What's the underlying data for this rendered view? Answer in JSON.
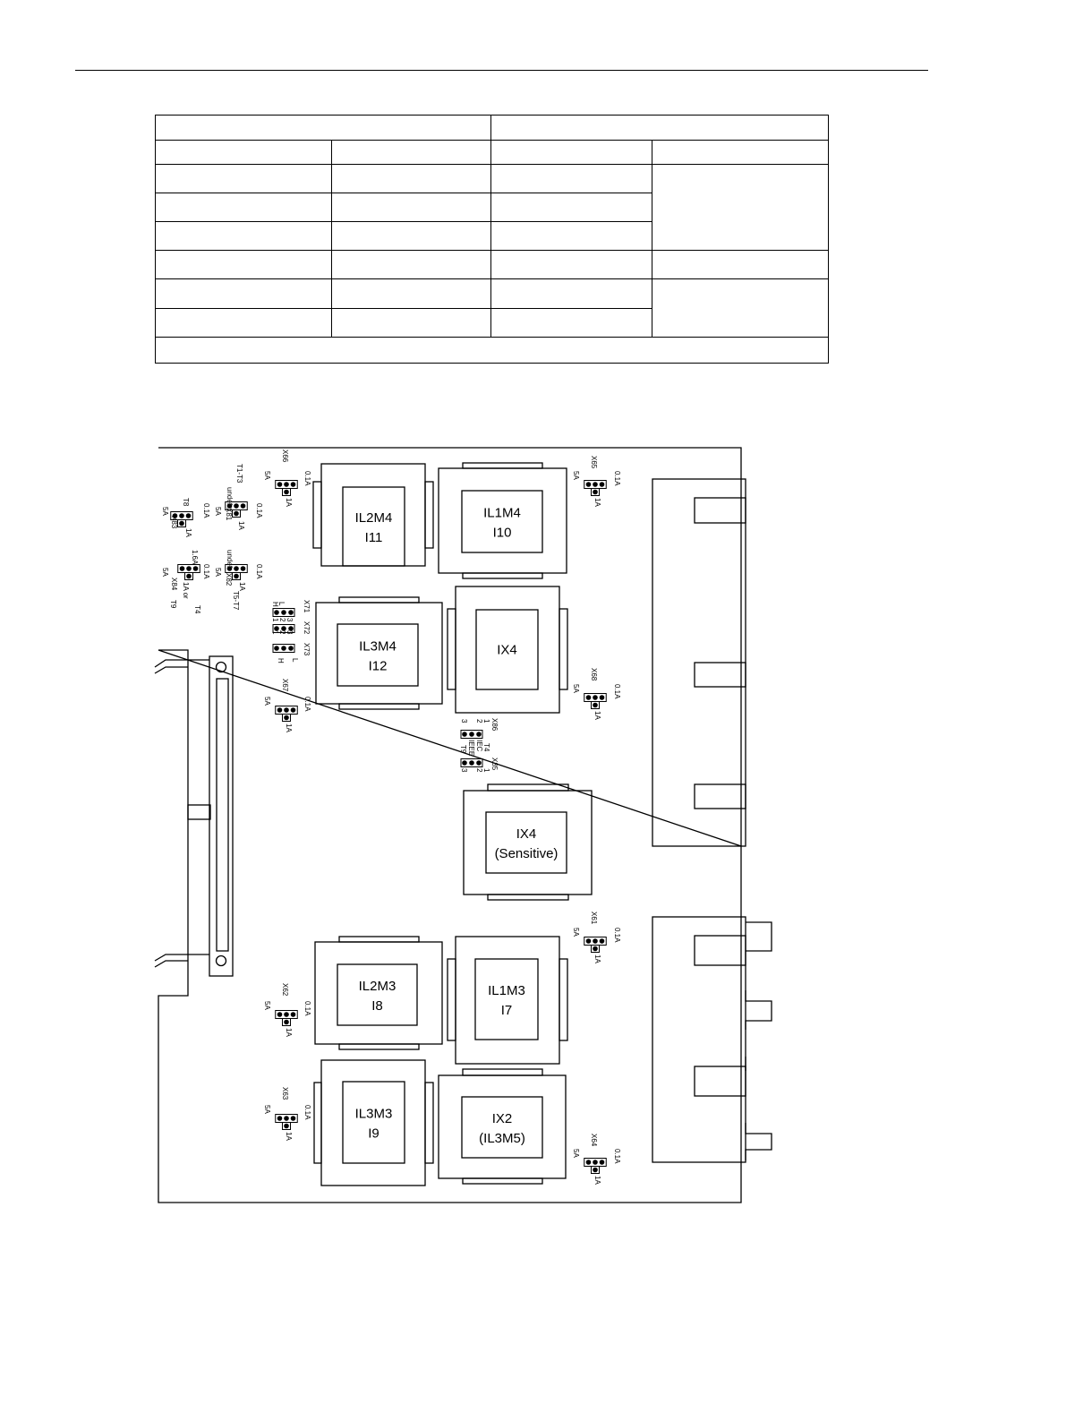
{
  "components": [
    {
      "key": "il2m4",
      "line1": "IL2M4",
      "line2": "I11"
    },
    {
      "key": "il1m4",
      "line1": "IL1M4",
      "line2": "I10"
    },
    {
      "key": "il3m4",
      "line1": "IL3M4",
      "line2": "I12"
    },
    {
      "key": "ix4",
      "line1": "IX4",
      "line2": ""
    },
    {
      "key": "ix4-sensitive",
      "line1": "IX4",
      "line2": "(Sensitive)"
    },
    {
      "key": "il2m3",
      "line1": "IL2M3",
      "line2": "I8"
    },
    {
      "key": "il1m3",
      "line1": "IL1M3",
      "line2": "I7"
    },
    {
      "key": "il3m3",
      "line1": "IL3M3",
      "line2": "I9"
    },
    {
      "key": "ix2",
      "line1": "IX2",
      "line2": "(IL3M5)"
    }
  ],
  "jumpers": [
    {
      "key": "x66",
      "id": "X66",
      "left": "5A",
      "right": "0.1A",
      "bottom": "1A"
    },
    {
      "key": "x65",
      "id": "X65",
      "left": "5A",
      "right": "0.1A",
      "bottom": "1A"
    },
    {
      "key": "x67",
      "id": "X67",
      "left": "5A",
      "right": "0.1A",
      "bottom": "1A"
    },
    {
      "key": "x68",
      "id": "X68",
      "left": "5A",
      "right": "0.1A",
      "bottom": "1A"
    },
    {
      "key": "x61",
      "id": "X61",
      "left": "5A",
      "right": "0.1A",
      "bottom": "1A"
    },
    {
      "key": "x62",
      "id": "X62",
      "left": "5A",
      "right": "0.1A",
      "bottom": "1A"
    },
    {
      "key": "x63",
      "id": "X63",
      "left": "5A",
      "right": "0.1A",
      "bottom": "1A"
    },
    {
      "key": "x64",
      "id": "X64",
      "left": "5A",
      "right": "0.1A",
      "bottom": "1A"
    },
    {
      "key": "x83",
      "id": "X83",
      "left": "5A",
      "right": "0.1A",
      "bottom": "1A",
      "top": "T8"
    },
    {
      "key": "x81",
      "id": "X81",
      "left": "5A",
      "right": "0.1A",
      "bottom": "1A",
      "top": "undef"
    },
    {
      "key": "x84",
      "id": "X84",
      "left": "5A",
      "right": "0.1A",
      "bottom": "1A or",
      "top": "1.6A"
    },
    {
      "key": "x82",
      "id": "X82",
      "left": "5A",
      "right": "0.1A",
      "bottom": "1A",
      "top": "undef"
    }
  ],
  "notes": {
    "t1t3": "T1-T3",
    "t5t7": "T5-T7",
    "t4": "T4",
    "t9": "T9",
    "x71": "X71",
    "x72": "X72",
    "x73": "X73",
    "x86": "X86",
    "x85": "X85",
    "l": "L",
    "h": "H",
    "p1": "1",
    "p2": "2",
    "p3": "3",
    "iec": "IEC",
    "ieee": "IEEE",
    "t4b": "T4",
    "t9b": "T9"
  }
}
